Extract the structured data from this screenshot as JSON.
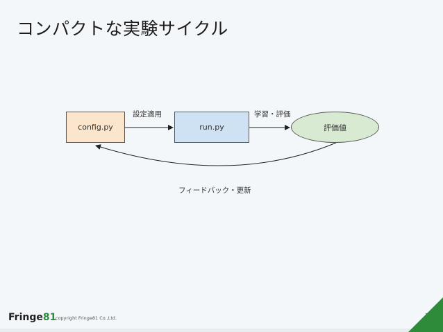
{
  "slide": {
    "title": "コンパクトな実験サイクル",
    "page_number": "32"
  },
  "diagram": {
    "nodes": {
      "config": "config.py",
      "run": "run.py",
      "eval": "評価値"
    },
    "edges": {
      "apply": "設定適用",
      "train_eval": "学習・評価",
      "feedback": "フィードバック・更新"
    }
  },
  "footer": {
    "logo_text": "Fringe",
    "logo_accent": "81",
    "copyright": "copyright Fringe81 Co.,Ltd."
  },
  "colors": {
    "background": "#f3f7fa",
    "config_fill": "#fce5cd",
    "run_fill": "#cfe2f3",
    "eval_fill": "#d9ead3",
    "corner_green": "#2e8b3a"
  }
}
